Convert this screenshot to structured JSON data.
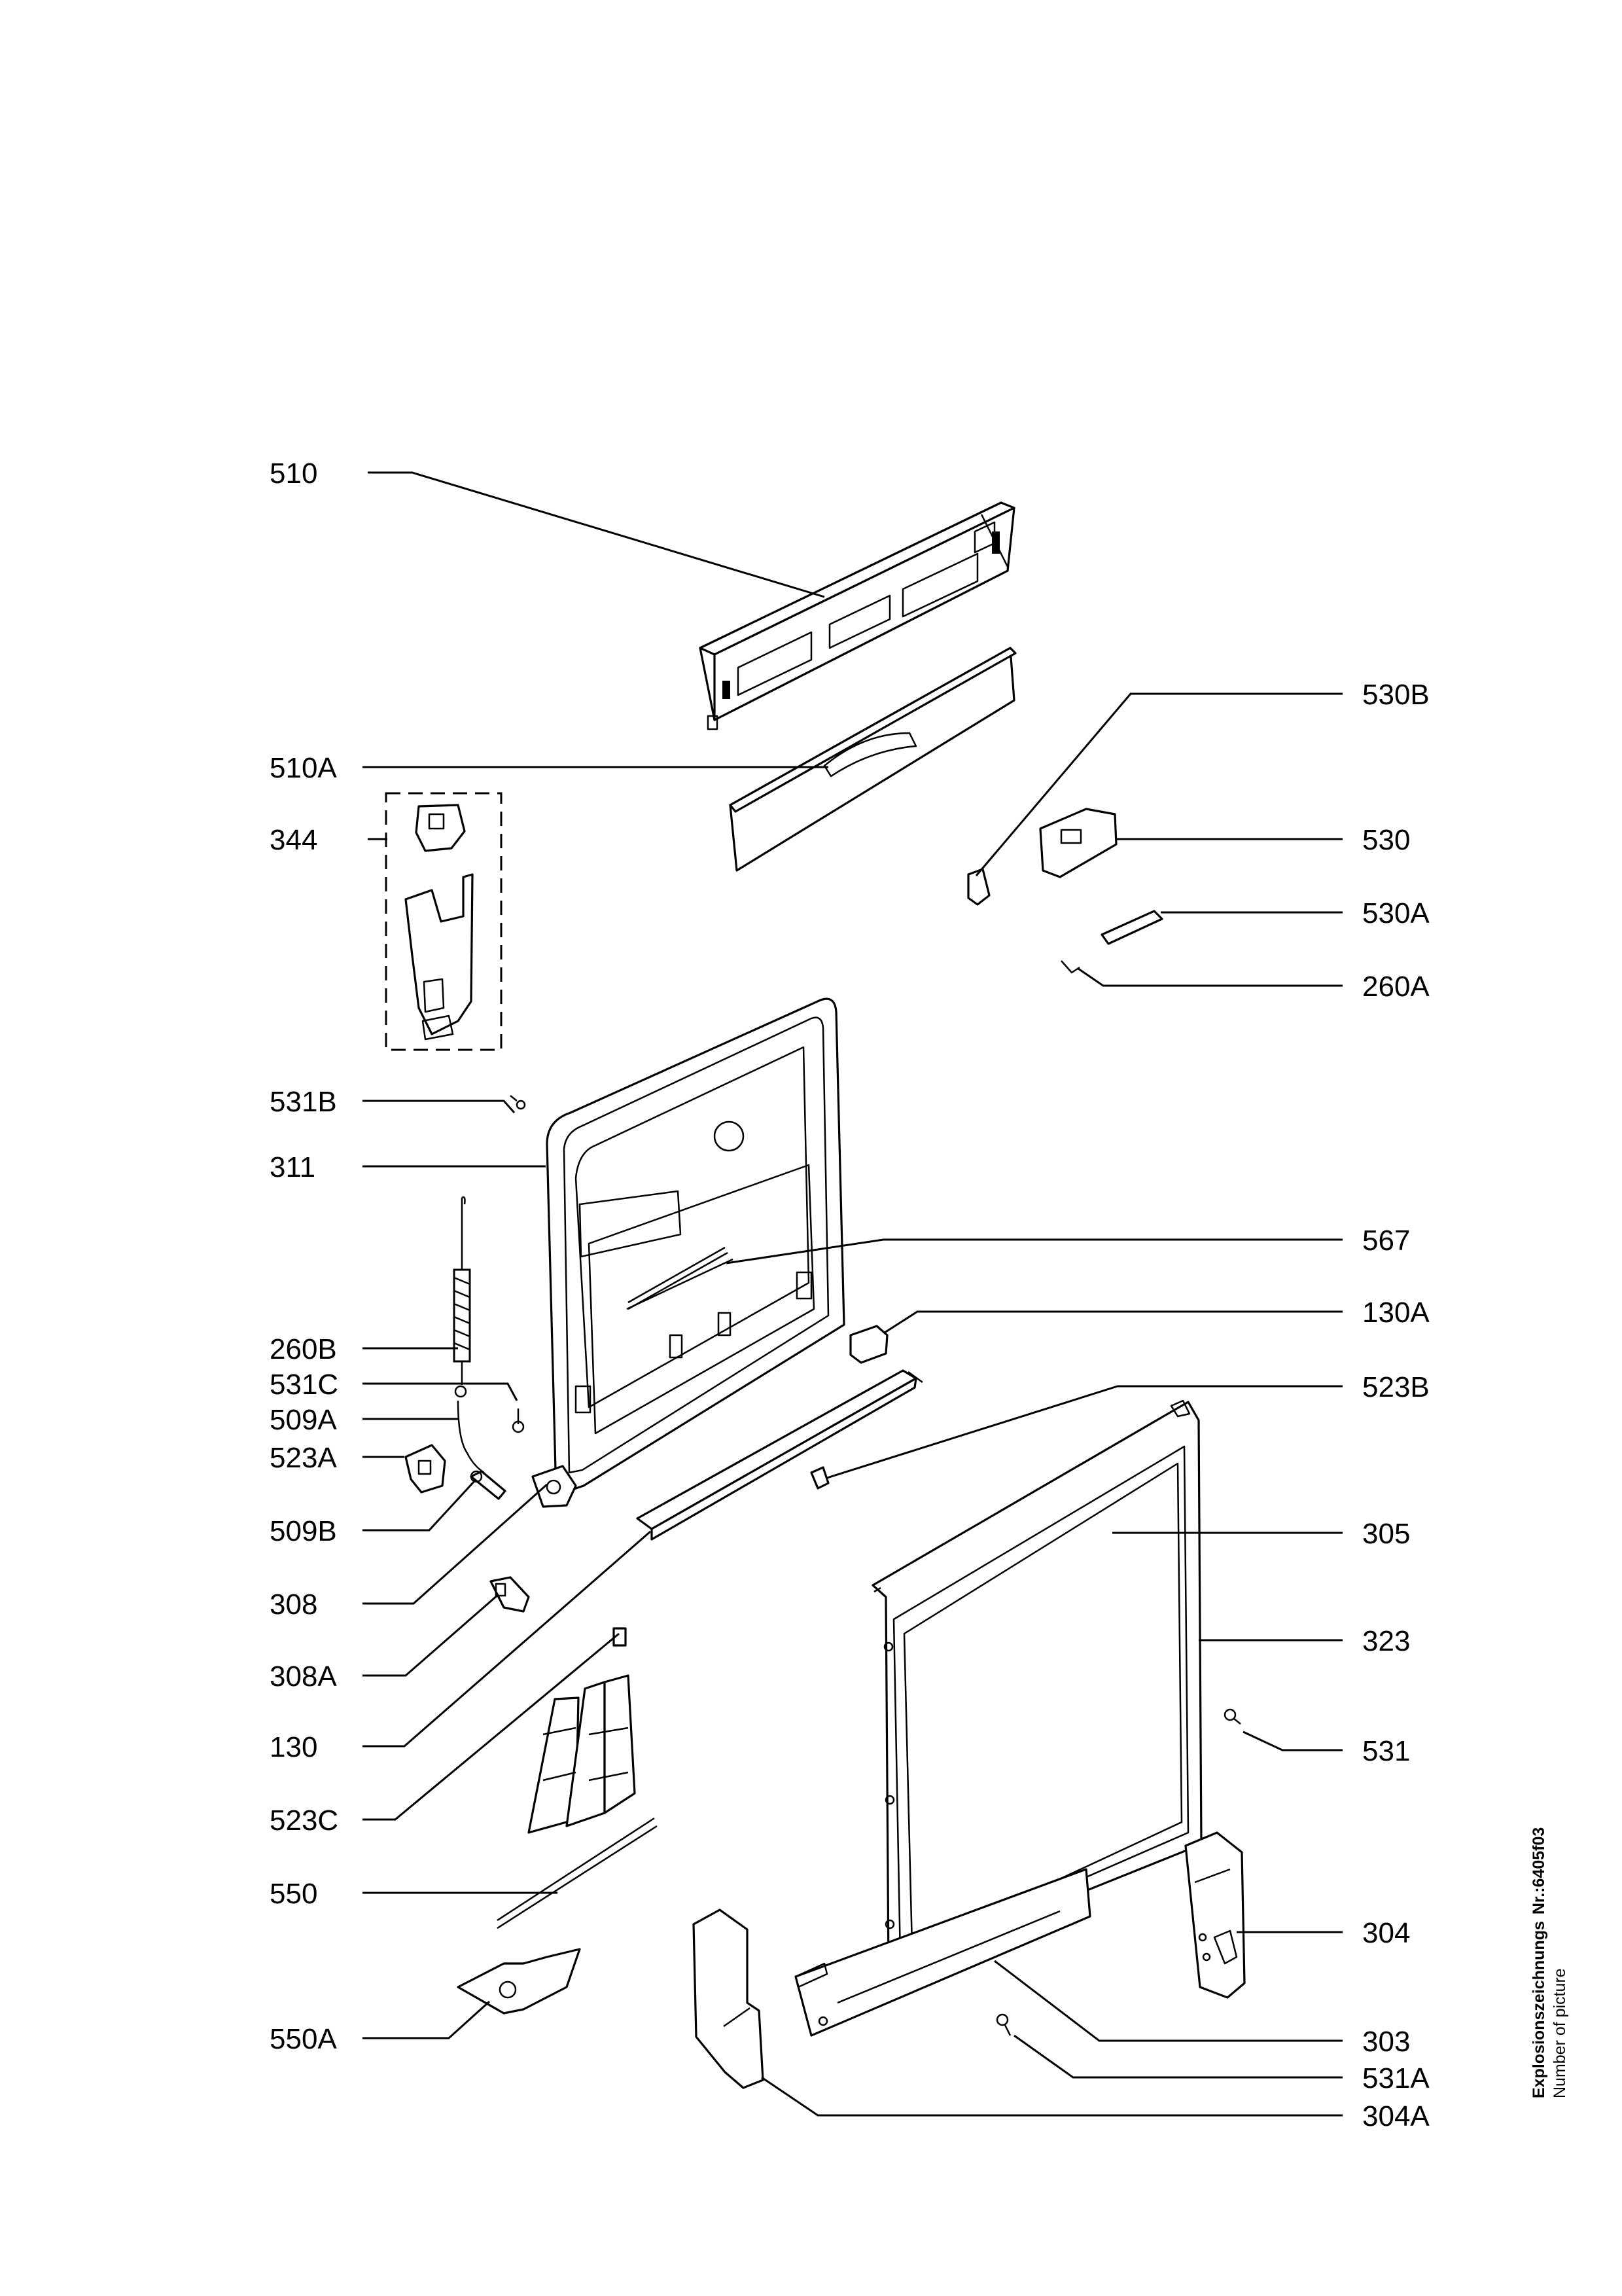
{
  "labels": {
    "l510": "510",
    "l510A": "510A",
    "l344": "344",
    "l531B": "531B",
    "l311": "311",
    "l260B": "260B",
    "l531C": "531C",
    "l509A": "509A",
    "l523A": "523A",
    "l509B": "509B",
    "l308": "308",
    "l308A": "308A",
    "l130": "130",
    "l523C": "523C",
    "l550": "550",
    "l550A": "550A",
    "l530B": "530B",
    "l530": "530",
    "l530A": "530A",
    "l260A": "260A",
    "l567": "567",
    "l130A": "130A",
    "l523B": "523B",
    "l305": "305",
    "l323": "323",
    "l531": "531",
    "l304": "304",
    "l303": "303",
    "l531A": "531A",
    "l304A": "304A"
  },
  "side_caption": {
    "line1_a": "Explosionszeichnungs",
    "line1_b": "Nr.:6405f03",
    "line2": "Number of picture"
  }
}
